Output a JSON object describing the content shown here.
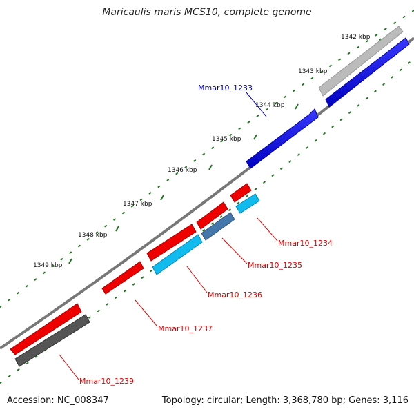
{
  "title": "Maricaulis maris MCS10, complete genome",
  "footer": {
    "accession": "Accession: NC_008347",
    "summary": "Topology: circular; Length: 3,368,780 bp; Genes: 3,116"
  },
  "colors": {
    "forward_gene": "#0000dd",
    "reverse_gene": "#ee0000",
    "light_blue_gene": "#11bbee",
    "steel_gene": "#4477aa",
    "gray_gene": "#bbbbbb",
    "dark_gray_gene": "#555555",
    "backbone": "#777777",
    "tick": "#227722"
  },
  "tick_labels": [
    "1342 kbp",
    "1343 kbp",
    "1344 kbp",
    "1345 kbp",
    "1346 kbp",
    "1347 kbp",
    "1348 kbp",
    "1349 kbp"
  ],
  "gene_labels": [
    "Mmar10_1233",
    "Mmar10_1234",
    "Mmar10_1235",
    "Mmar10_1236",
    "Mmar10_1237",
    "Mmar10_1239"
  ]
}
